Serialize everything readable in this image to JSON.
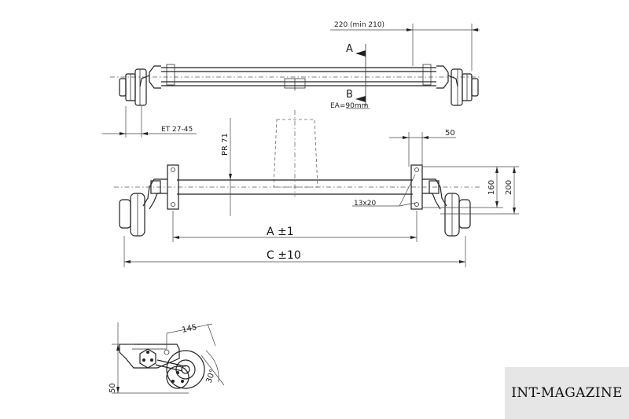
{
  "top_view": {
    "dim_track_offset": "220 (min 210)",
    "section_a": "A",
    "section_b": "B",
    "dim_ea": "EA=90mm",
    "dim_et": "ET 27-45"
  },
  "front_view": {
    "dim_pr": "PR 71",
    "dim_50": "50",
    "dim_160": "160",
    "dim_200": "200",
    "dim_bolt": "13x20",
    "dim_a": "A ±1",
    "dim_c": "C ±10"
  },
  "side_view": {
    "dim_145": "145",
    "dim_50": "50",
    "dim_angle": "30°"
  },
  "watermark": {
    "text": "INT-MAGAZINE"
  }
}
